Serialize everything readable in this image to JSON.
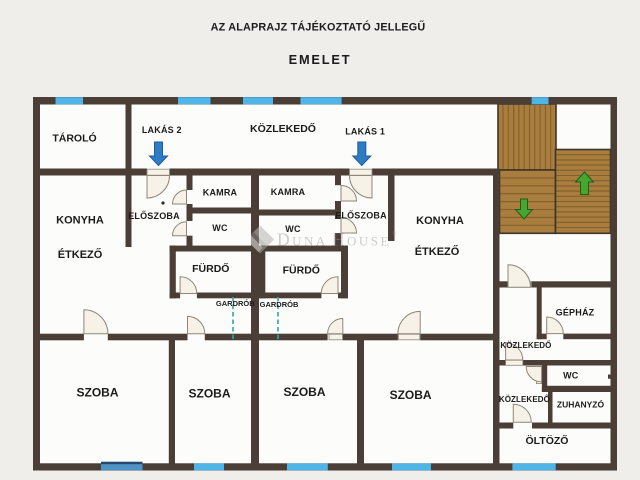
{
  "header": {
    "disclaimer": "AZ ALAPRAJZ TÁJÉKOZTATÓ JELLEGŰ",
    "floor_title": "EMELET"
  },
  "labels": {
    "tarolo": "TÁROLÓ",
    "lakas2": "LAKÁS 2",
    "lakas1": "LAKÁS 1",
    "kozlekedo": "KÖZLEKEDŐ",
    "konyha": "KONYHA",
    "etkezo": "ÉTKEZŐ",
    "eloszoba": "ELŐSZOBA",
    "kamra": "KAMRA",
    "wc": "WC",
    "furdo": "FÜRDŐ",
    "gardrob": "GARDRÓB",
    "szoba": "SZOBA",
    "gephaz": "GÉPHÁZ",
    "zuhanyzo": "ZUHANYZÓ",
    "oltozo": "ÖLTÖZŐ"
  },
  "watermark": {
    "brand_initial_1": "D",
    "brand_part_1": "UNA",
    "brand_initial_2": "H",
    "brand_part_2": "OUSE",
    "registered_mark": "®"
  },
  "colors": {
    "bg": "#f0eeeb",
    "room": "#fcfcfb",
    "wall": "#4a3e36",
    "window_blue": "#4fb4e6",
    "window_steel": "#4f93c6",
    "window_navy": "#24486e",
    "stair_wood": "#a97d3e",
    "stair_line": "#82602c",
    "stair_border": "#3f3428",
    "door_fill": "#f6f2e8",
    "door_stroke": "#8f8678",
    "arrow_blue": "#2e7cc3",
    "arrow_blue_dark": "#1d5d9e",
    "arrow_green": "#46a62e",
    "arrow_green_dark": "#1e5c1e",
    "gardrob_dash": "#35a89a",
    "label_color": "#1b1b1b",
    "watermark_gray": "#9d9d9a"
  }
}
